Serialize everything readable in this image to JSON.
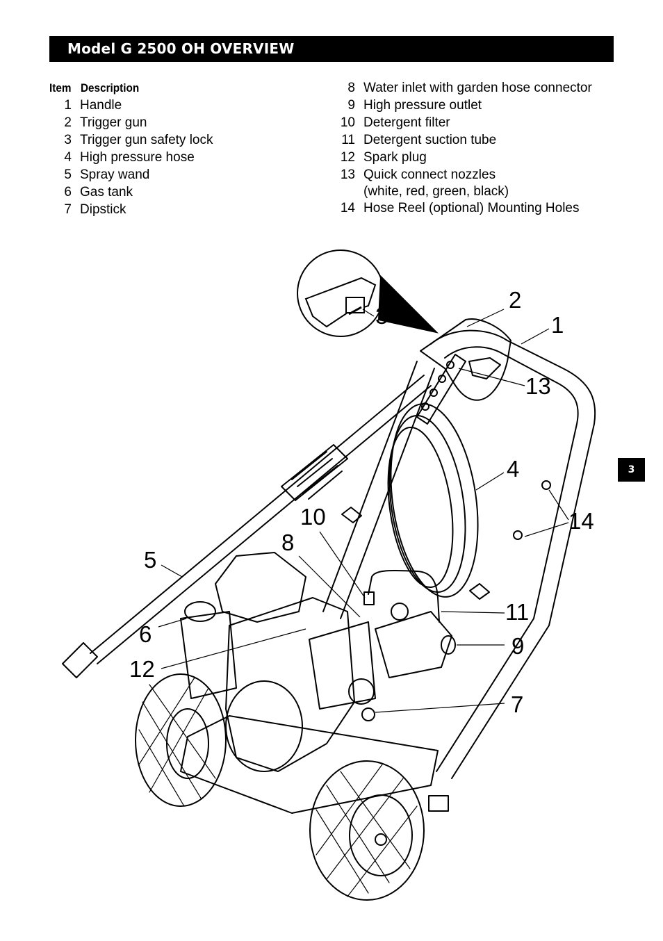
{
  "title": "Model G 2500 OH OVERVIEW",
  "page_tab": "3",
  "header": {
    "item": "Item",
    "description": "Description"
  },
  "items_left": [
    {
      "num": "1",
      "desc": "Handle"
    },
    {
      "num": "2",
      "desc": "Trigger gun"
    },
    {
      "num": "3",
      "desc": "Trigger gun safety lock"
    },
    {
      "num": "4",
      "desc": "High pressure hose"
    },
    {
      "num": "5",
      "desc": "Spray wand"
    },
    {
      "num": "6",
      "desc": "Gas tank"
    },
    {
      "num": "7",
      "desc": "Dipstick"
    }
  ],
  "items_right": [
    {
      "num": "8",
      "desc": "Water inlet with garden hose connector"
    },
    {
      "num": "9",
      "desc": "High pressure outlet"
    },
    {
      "num": "10",
      "desc": "Detergent filter"
    },
    {
      "num": "11",
      "desc": "Detergent suction tube"
    },
    {
      "num": "12",
      "desc": "Spark plug"
    },
    {
      "num": "13",
      "desc": "Quick connect nozzles",
      "cont": "(white, red, green, black)"
    },
    {
      "num": "14",
      "desc": "Hose Reel (optional) Mounting Holes"
    }
  ],
  "callouts": {
    "c1": "1",
    "c2": "2",
    "c3": "3",
    "c4": "4",
    "c5": "5",
    "c6": "6",
    "c7": "7",
    "c8": "8",
    "c9": "9",
    "c10": "10",
    "c11": "11",
    "c12": "12",
    "c13": "13",
    "c14": "14"
  }
}
